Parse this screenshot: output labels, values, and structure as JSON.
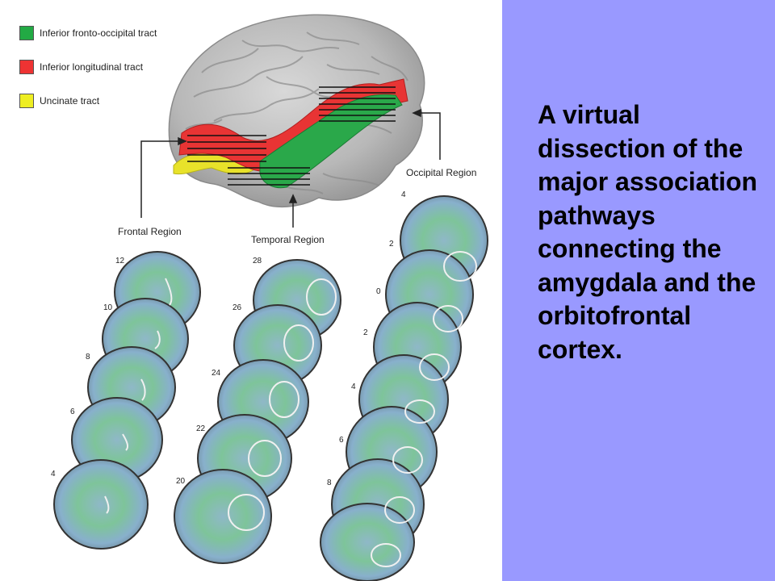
{
  "legend": [
    {
      "label": "Inferior fronto-occipital tract",
      "color": "#22aa44"
    },
    {
      "label": "Inferior longitudinal tract",
      "color": "#ee3333"
    },
    {
      "label": "Uncinate tract",
      "color": "#eeee22"
    }
  ],
  "regions": {
    "frontal": "Frontal Region",
    "temporal": "Temporal Region",
    "occipital": "Occipital Region"
  },
  "slice_numbers": {
    "frontal": [
      "12",
      "10",
      "8",
      "6",
      "4"
    ],
    "temporal": [
      "28",
      "26",
      "24",
      "22",
      "20"
    ],
    "occipital": [
      "4",
      "2",
      "0",
      "2",
      "4",
      "6",
      "8"
    ]
  },
  "caption": "A virtual dissection of the major association pathways connecting the amygdala and the orbitofrontal cortex.",
  "colors": {
    "right_panel_bg": "#9999ff",
    "caption_text": "#000000"
  }
}
